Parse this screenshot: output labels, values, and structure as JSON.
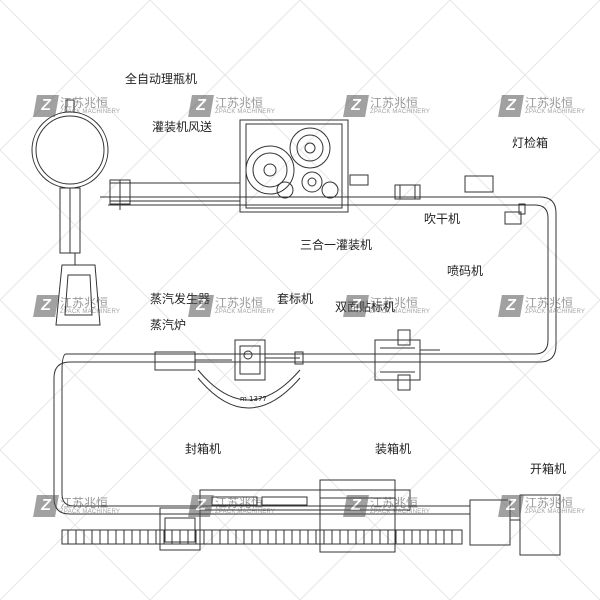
{
  "labels": {
    "unscrambler": "全自动理瓶机",
    "air_conveyor": "灌装机风送",
    "triblock_filler": "三合一灌装机",
    "light_inspection": "灯检箱",
    "blow_dryer": "吹干机",
    "inkjet_coder": "喷码机",
    "steam_generator": "蒸汽发生器",
    "steam_oven": "蒸汽炉",
    "sleeve_labeler": "套标机",
    "double_labeler": "双面贴标机",
    "case_sealer": "封箱机",
    "case_packer": "装箱机",
    "case_erector": "开箱机",
    "sleeve_model": "m 1377"
  },
  "watermark": {
    "logo_letter": "Z",
    "company": "江苏兆恒",
    "english": "ZPACK MACHINERY"
  },
  "colors": {
    "line": "#333333",
    "watermark": "#555555",
    "background": "#ffffff"
  }
}
